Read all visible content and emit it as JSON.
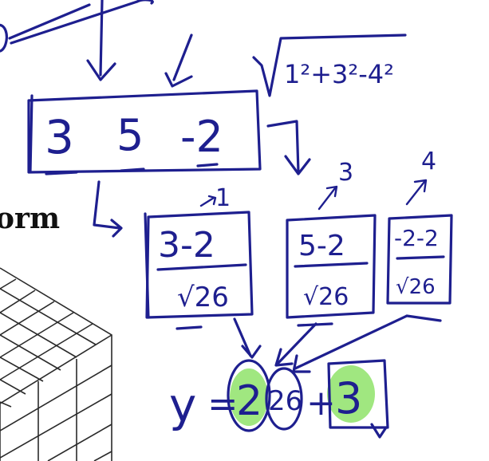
{
  "background_heading": {
    "text": "orm"
  },
  "vector": {
    "entries": [
      "3",
      "5",
      "-2"
    ]
  },
  "norm_expression": {
    "text": "1²+3²-4²"
  },
  "row_numbers": [
    "1",
    "3",
    "4"
  ],
  "fractions": [
    {
      "numerator": "3-2",
      "denominator": "√26"
    },
    {
      "numerator": "5-2",
      "denominator": "√26"
    },
    {
      "numerator": "-2-2",
      "denominator": "√26"
    }
  ],
  "equation": {
    "y_label": "y",
    "equals": "=",
    "term1": "2",
    "term2": "26",
    "plus": "+",
    "term3": "3"
  },
  "colors": {
    "ink": "#1e1f8f",
    "highlight": "#8fe36a",
    "cube": "#2a2a2a"
  }
}
